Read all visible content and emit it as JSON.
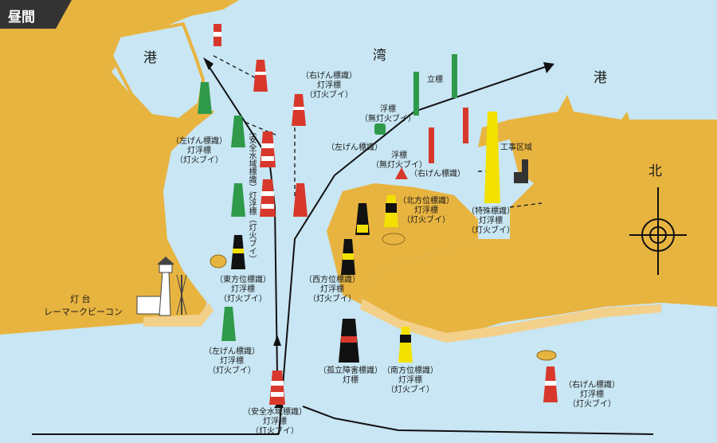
{
  "title": "昼間",
  "places": {
    "port_left": "港",
    "bay": "湾",
    "port_right": "港",
    "north": "北",
    "lighthouse": "灯 台",
    "radar_beacon": "レーマークビーコン",
    "construction_zone": "工事区域",
    "standing_marker": "立標"
  },
  "buoys": [
    {
      "id": "right-top",
      "lines": [
        "（右げん標識）",
        "灯浮標",
        "（灯火ブイ）"
      ]
    },
    {
      "id": "unlit-float",
      "lines": [
        "浮標",
        "（無灯火ブイ）"
      ]
    },
    {
      "id": "left-upper",
      "lines": [
        "（左げん標識）",
        "灯浮標",
        "（灯火ブイ）"
      ]
    },
    {
      "id": "left-mid-unlit",
      "lines": [
        "（左げん標識）"
      ]
    },
    {
      "id": "unlit-float-2",
      "lines": [
        "浮標",
        "（無灯火ブイ）"
      ]
    },
    {
      "id": "right-unlit",
      "lines": [
        "（右げん標識）"
      ]
    },
    {
      "id": "north-cardinal",
      "lines": [
        "（北方位標識）",
        "灯浮標",
        "（灯火ブイ）"
      ]
    },
    {
      "id": "special",
      "lines": [
        "（特殊標識）",
        "灯浮標",
        "（灯火ブイ）"
      ]
    },
    {
      "id": "east-cardinal",
      "lines": [
        "（東方位標識）",
        "灯浮標",
        "（灯火ブイ）"
      ]
    },
    {
      "id": "west-cardinal",
      "lines": [
        "（西方位標識）",
        "灯浮標",
        "（灯火ブイ）"
      ]
    },
    {
      "id": "left-lower",
      "lines": [
        "（左げん標識）",
        "灯浮標",
        "（灯火ブイ）"
      ]
    },
    {
      "id": "isolated-danger",
      "lines": [
        "（孤立障害標識）",
        "灯標"
      ]
    },
    {
      "id": "south-cardinal",
      "lines": [
        "（南方位標識）",
        "灯浮標",
        "（灯火ブイ）"
      ]
    },
    {
      "id": "right-lower",
      "lines": [
        "（右げん標識）",
        "灯浮標",
        "（灯火ブイ）"
      ]
    },
    {
      "id": "safe-water-bottom",
      "lines": [
        "（安全水域標識）",
        "灯浮標",
        "（灯火ブイ）"
      ]
    }
  ],
  "safe_water_vertical": "（安全水域標識）灯浮標（灯火ブイ）",
  "colors": {
    "land": "#e8b440",
    "water": "#c8e6f3",
    "lateral_left": "#2f9a4a",
    "lateral_right": "#d8382c",
    "special": "#f2e100",
    "badge": "#333333"
  }
}
